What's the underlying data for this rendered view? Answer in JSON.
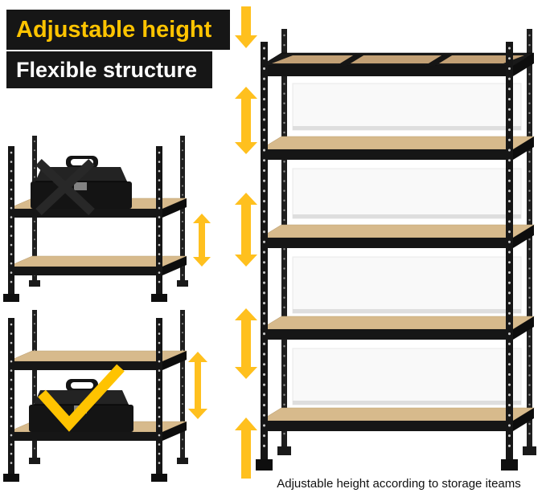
{
  "banner": {
    "line1": "Adjustable height",
    "line2": "Flexible structure"
  },
  "caption": "Adjustable height according to storage iteams",
  "colors": {
    "background": "#ffffff",
    "banner_bg": "#161616",
    "banner_line1_text": "#ffc400",
    "banner_line2_text": "#ffffff",
    "arrow_yellow": "#ffc01e",
    "check_yellow": "#ffc300",
    "cross_dark": "#282828",
    "frame_black": "#161616",
    "shelf_wood": "#d7ba8c",
    "toolbox_black": "#141414",
    "caption_text": "#111111"
  },
  "icons": {
    "down_arrow": "single down arrow",
    "up_arrow": "single up arrow",
    "double_arrow": "double-headed vertical adjust arrow",
    "cross_mark": "X wrong-placement mark",
    "check_mark": "correct-placement check mark"
  },
  "illustrations": {
    "large_shelf": "5-tier adjustable black steel shelving unit with wood boards",
    "small_shelf_wrong": "2-tier shelf with toolbox on top shelf marked wrong",
    "small_shelf_right": "2-tier shelf with toolbox on bottom shelf marked correct"
  }
}
